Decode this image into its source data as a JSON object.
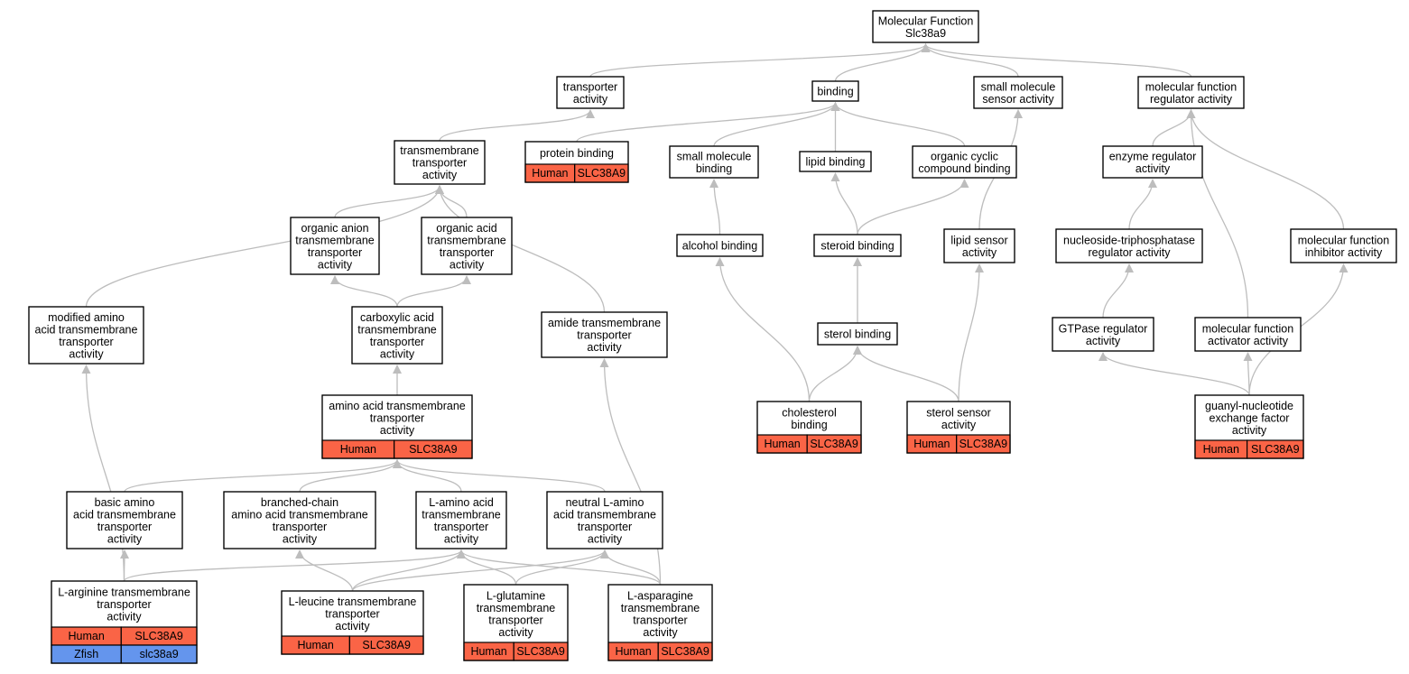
{
  "colors": {
    "human": "#fa6446",
    "zfish": "#6495ed",
    "edge": "#bdbdbd"
  },
  "nodes": [
    {
      "id": "mf",
      "lines": [
        "Molecular Function",
        "Slc38a9"
      ]
    },
    {
      "id": "transporter",
      "lines": [
        "transporter",
        "activity"
      ]
    },
    {
      "id": "binding",
      "lines": [
        "binding"
      ]
    },
    {
      "id": "smsensor",
      "lines": [
        "small molecule",
        "sensor activity"
      ]
    },
    {
      "id": "mfreg",
      "lines": [
        "molecular function",
        "regulator activity"
      ]
    },
    {
      "id": "tmt",
      "lines": [
        "transmembrane",
        "transporter",
        "activity"
      ]
    },
    {
      "id": "protbind",
      "lines": [
        "protein binding"
      ],
      "annot": [
        [
          "Human",
          "SLC38A9"
        ]
      ]
    },
    {
      "id": "smbind",
      "lines": [
        "small molecule",
        "binding"
      ]
    },
    {
      "id": "lipidbind",
      "lines": [
        "lipid binding"
      ]
    },
    {
      "id": "occbind",
      "lines": [
        "organic cyclic",
        "compound binding"
      ]
    },
    {
      "id": "enzreg",
      "lines": [
        "enzyme regulator",
        "activity"
      ]
    },
    {
      "id": "oanion",
      "lines": [
        "organic anion",
        "transmembrane",
        "transporter",
        "activity"
      ]
    },
    {
      "id": "oacid",
      "lines": [
        "organic acid",
        "transmembrane",
        "transporter",
        "activity"
      ]
    },
    {
      "id": "alcbind",
      "lines": [
        "alcohol binding"
      ]
    },
    {
      "id": "sterbind",
      "lines": [
        "steroid binding"
      ]
    },
    {
      "id": "lipsensor",
      "lines": [
        "lipid sensor",
        "activity"
      ]
    },
    {
      "id": "ntpreg",
      "lines": [
        "nucleoside-triphosphatase",
        "regulator activity"
      ]
    },
    {
      "id": "mfinhib",
      "lines": [
        "molecular function",
        "inhibitor activity"
      ]
    },
    {
      "id": "modaa",
      "lines": [
        "modified amino",
        "acid transmembrane",
        "transporter",
        "activity"
      ]
    },
    {
      "id": "carbox",
      "lines": [
        "carboxylic acid",
        "transmembrane",
        "transporter",
        "activity"
      ]
    },
    {
      "id": "amide",
      "lines": [
        "amide transmembrane",
        "transporter",
        "activity"
      ]
    },
    {
      "id": "sterolbind",
      "lines": [
        "sterol binding"
      ]
    },
    {
      "id": "gtpreg",
      "lines": [
        "GTPase regulator",
        "activity"
      ]
    },
    {
      "id": "mfact",
      "lines": [
        "molecular function",
        "activator activity"
      ]
    },
    {
      "id": "aatmt",
      "lines": [
        "amino acid transmembrane",
        "transporter",
        "activity"
      ],
      "annot": [
        [
          "Human",
          "SLC38A9"
        ]
      ]
    },
    {
      "id": "cholbind",
      "lines": [
        "cholesterol",
        "binding"
      ],
      "annot": [
        [
          "Human",
          "SLC38A9"
        ]
      ]
    },
    {
      "id": "stersensor",
      "lines": [
        "sterol sensor",
        "activity"
      ],
      "annot": [
        [
          "Human",
          "SLC38A9"
        ]
      ]
    },
    {
      "id": "gef",
      "lines": [
        "guanyl-nucleotide",
        "exchange factor",
        "activity"
      ],
      "annot": [
        [
          "Human",
          "SLC38A9"
        ]
      ]
    },
    {
      "id": "basicaa",
      "lines": [
        "basic amino",
        "acid transmembrane",
        "transporter",
        "activity"
      ]
    },
    {
      "id": "branched",
      "lines": [
        "branched-chain",
        "amino acid transmembrane",
        "transporter",
        "activity"
      ]
    },
    {
      "id": "laa",
      "lines": [
        "L-amino acid",
        "transmembrane",
        "transporter",
        "activity"
      ]
    },
    {
      "id": "neutral",
      "lines": [
        "neutral L-amino",
        "acid transmembrane",
        "transporter",
        "activity"
      ]
    },
    {
      "id": "larg",
      "lines": [
        "L-arginine transmembrane",
        "transporter",
        "activity"
      ],
      "annot": [
        [
          "Human",
          "SLC38A9"
        ],
        [
          "Zfish",
          "slc38a9"
        ]
      ]
    },
    {
      "id": "lleu",
      "lines": [
        "L-leucine transmembrane",
        "transporter",
        "activity"
      ],
      "annot": [
        [
          "Human",
          "SLC38A9"
        ]
      ]
    },
    {
      "id": "lglu",
      "lines": [
        "L-glutamine",
        "transmembrane",
        "transporter",
        "activity"
      ],
      "annot": [
        [
          "Human",
          "SLC38A9"
        ]
      ]
    },
    {
      "id": "lasn",
      "lines": [
        "L-asparagine",
        "transmembrane",
        "transporter",
        "activity"
      ],
      "annot": [
        [
          "Human",
          "SLC38A9"
        ]
      ]
    }
  ],
  "edges": [
    [
      "transporter",
      "mf"
    ],
    [
      "binding",
      "mf"
    ],
    [
      "smsensor",
      "mf"
    ],
    [
      "mfreg",
      "mf"
    ],
    [
      "tmt",
      "transporter"
    ],
    [
      "protbind",
      "binding"
    ],
    [
      "smbind",
      "binding"
    ],
    [
      "lipidbind",
      "binding"
    ],
    [
      "occbind",
      "binding"
    ],
    [
      "enzreg",
      "mfreg"
    ],
    [
      "mfact",
      "mfreg"
    ],
    [
      "mfinhib",
      "mfreg"
    ],
    [
      "oanion",
      "tmt"
    ],
    [
      "oacid",
      "tmt"
    ],
    [
      "modaa",
      "tmt"
    ],
    [
      "amide",
      "tmt"
    ],
    [
      "alcbind",
      "smbind"
    ],
    [
      "sterbind",
      "lipidbind"
    ],
    [
      "sterbind",
      "occbind"
    ],
    [
      "lipsensor",
      "smsensor"
    ],
    [
      "ntpreg",
      "enzreg"
    ],
    [
      "gtpreg",
      "ntpreg"
    ],
    [
      "carbox",
      "oanion"
    ],
    [
      "carbox",
      "oacid"
    ],
    [
      "aatmt",
      "carbox"
    ],
    [
      "sterolbind",
      "sterbind"
    ],
    [
      "cholbind",
      "alcbind"
    ],
    [
      "cholbind",
      "sterolbind"
    ],
    [
      "stersensor",
      "sterolbind"
    ],
    [
      "stersensor",
      "lipsensor"
    ],
    [
      "gef",
      "gtpreg"
    ],
    [
      "gef",
      "mfact"
    ],
    [
      "gef",
      "mfinhib"
    ],
    [
      "basicaa",
      "aatmt"
    ],
    [
      "branched",
      "aatmt"
    ],
    [
      "laa",
      "aatmt"
    ],
    [
      "neutral",
      "aatmt"
    ],
    [
      "larg",
      "basicaa"
    ],
    [
      "larg",
      "modaa"
    ],
    [
      "larg",
      "laa"
    ],
    [
      "lleu",
      "branched"
    ],
    [
      "lleu",
      "laa"
    ],
    [
      "lleu",
      "neutral"
    ],
    [
      "lglu",
      "laa"
    ],
    [
      "lglu",
      "neutral"
    ],
    [
      "lasn",
      "neutral"
    ],
    [
      "lasn",
      "laa"
    ],
    [
      "lasn",
      "amide"
    ]
  ]
}
